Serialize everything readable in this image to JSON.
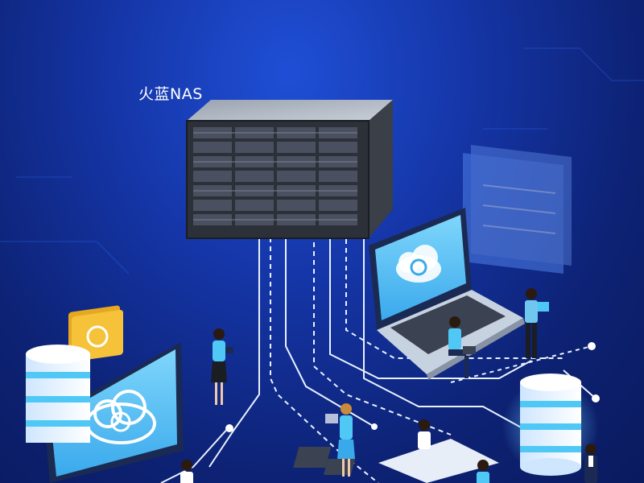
{
  "product": {
    "label": "火蓝NAS"
  },
  "illustration": {
    "elements": [
      "nas-server",
      "laptop",
      "desktop-monitor",
      "database-stacks",
      "folder-icon",
      "people",
      "network-lines"
    ]
  },
  "colors": {
    "background_center": "#1f4fd6",
    "background_edge": "#0a1a5e",
    "accent_cyan": "#4fc8f5",
    "folder_yellow": "#f5c23a",
    "line_white": "#e8f1ff"
  }
}
